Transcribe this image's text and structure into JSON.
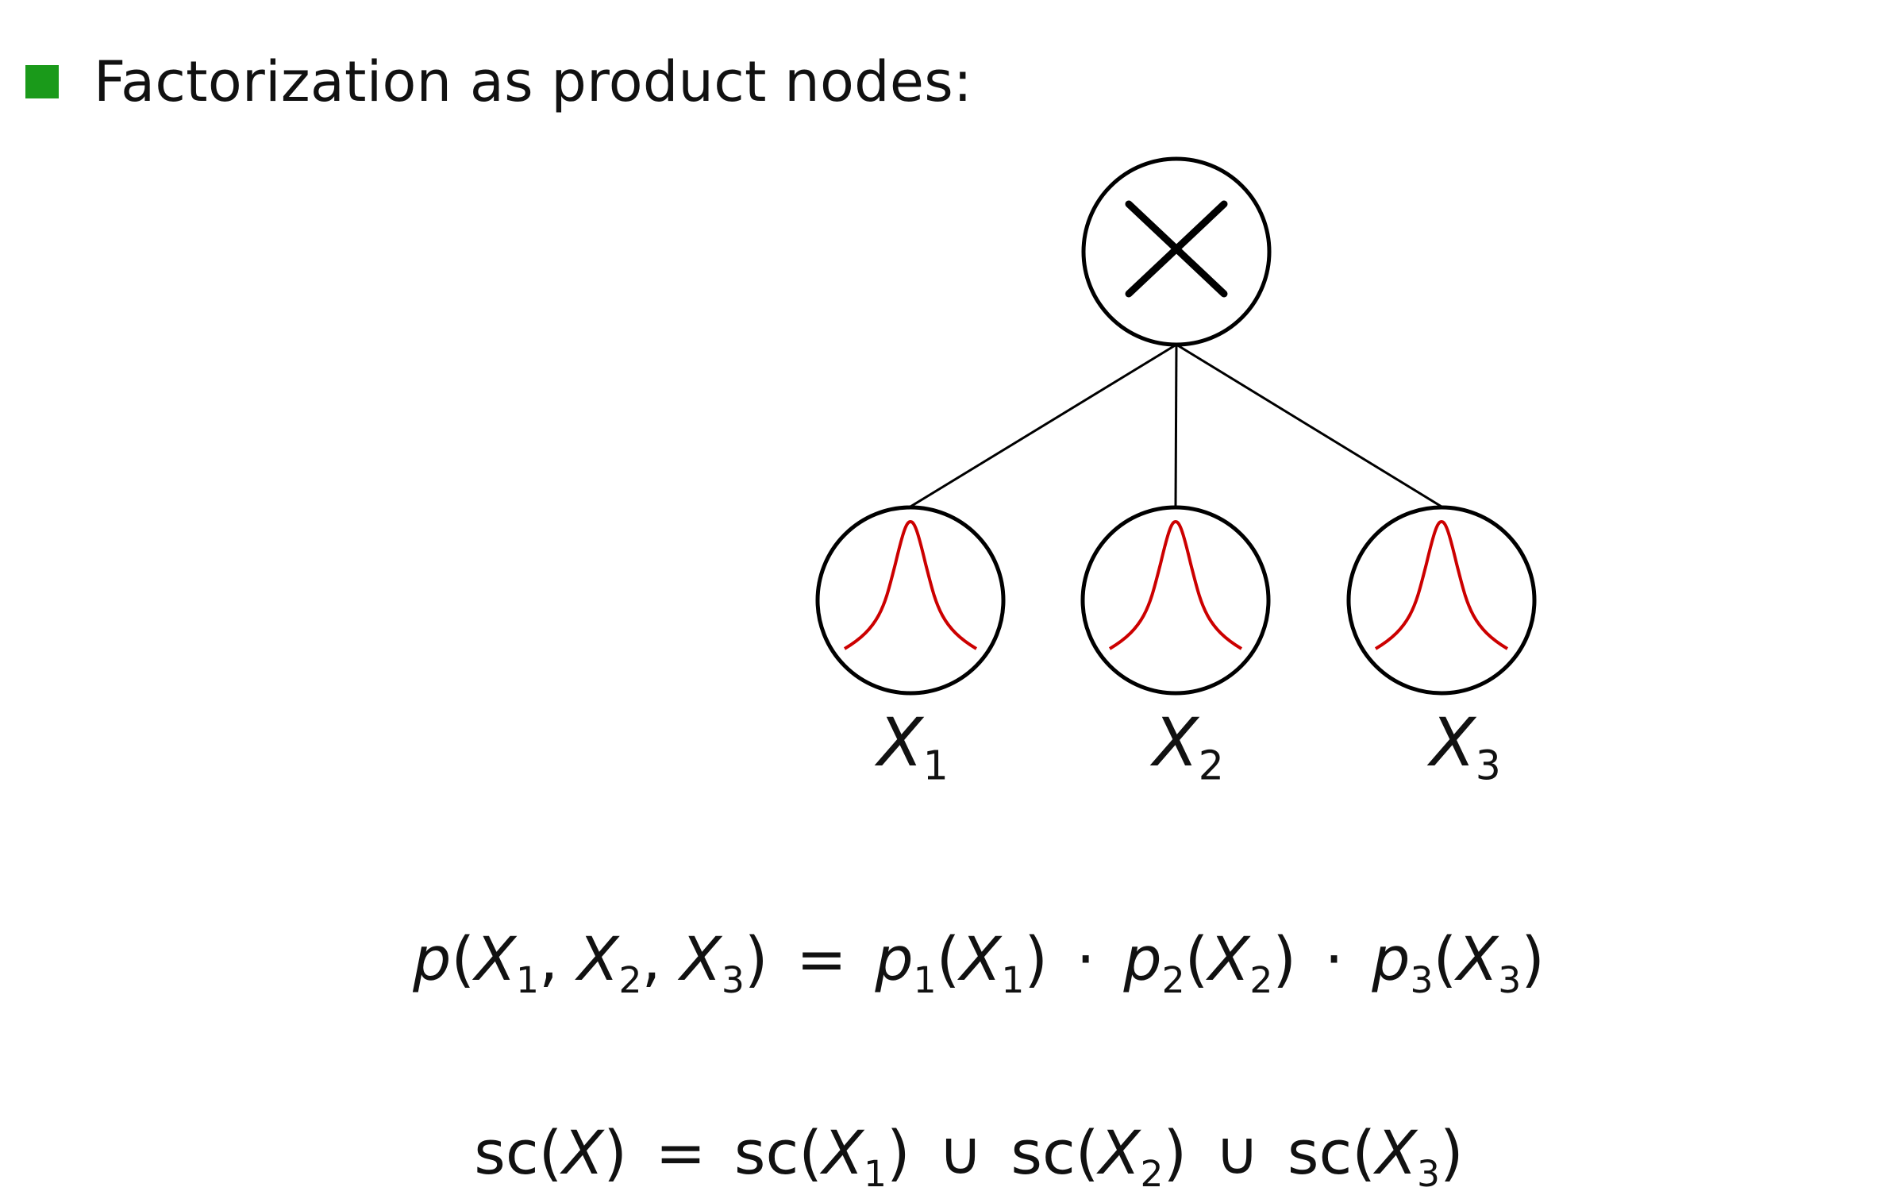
{
  "slide": {
    "bullet_text": "Factorization as product nodes:",
    "bullet_color": "#1a9a1a"
  },
  "diagram": {
    "root_node": {
      "symbol": "×",
      "type": "product"
    },
    "leaf_nodes": [
      {
        "label": "X",
        "subscript": "1",
        "icon": "gaussian-curve-icon"
      },
      {
        "label": "X",
        "subscript": "2",
        "icon": "gaussian-curve-icon"
      },
      {
        "label": "X",
        "subscript": "3",
        "icon": "gaussian-curve-icon"
      }
    ],
    "curve_color": "#cc0000",
    "line_color": "#000000"
  },
  "equations": {
    "factorization": "p(X1, X2, X3) = p1(X1) · p2(X2) · p3(X3)",
    "scope": "sc(X) = sc(X1) ∪ sc(X2) ∪ sc(X3)"
  }
}
